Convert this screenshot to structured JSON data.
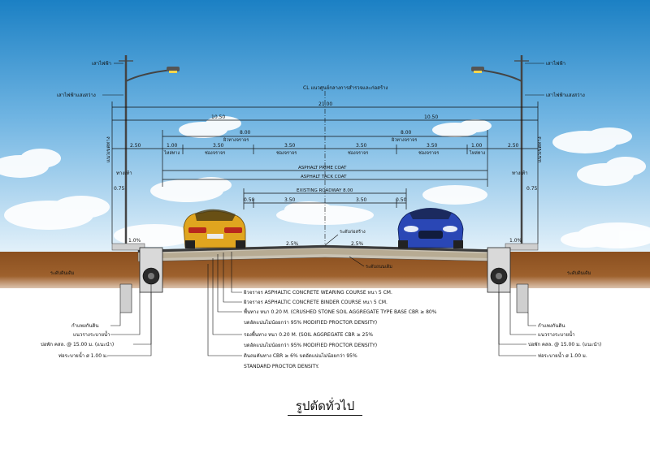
{
  "caption": "รูปตัดทั่วไป",
  "centerline": "CL แนวศูนย์กลางการสำรวจและก่อสร้าง",
  "labels_left": {
    "pole": "เสาไฟฟ้า",
    "lamp": "เสาไฟฟ้าแสงสว่าง",
    "row": "แนวเขตทาง",
    "sidewalk": "ทางเท้า",
    "ground": "ระดับดินเดิม",
    "retaining": "กำแพงกันดิน",
    "gutter": "แนวรางระบายน้ำ",
    "manhole": "บ่อพัก คสล. @ 15.00 ม. (แนะนำ)",
    "pipe": "ท่อระบายน้ำ ø 1.00 ม."
  },
  "labels_right": {
    "pole": "เสาไฟฟ้า",
    "lamp": "เสาไฟฟ้าแสงสว่าง",
    "row": "แนวเขตทาง",
    "sidewalk": "ทางเท้า",
    "ground": "ระดับดินเดิม",
    "retaining": "กำแพงกันดิน",
    "gutter": "แนวรางระบายน้ำ",
    "manhole": "บ่อพัก คสล. @ 15.00 ม. (แนะนำ)",
    "pipe": "ท่อระบายน้ำ ø 1.00 ม."
  },
  "dimensions": {
    "total": "21.00",
    "half_left": "10.50",
    "half_right": "10.50",
    "carriage_left": "8.00",
    "carriage_right": "8.00",
    "carriage_label_left": "ผิวทางจราจร",
    "carriage_label_right": "ผิวทางจราจร",
    "sidewalk_left": "2.50",
    "sidewalk_right": "2.50",
    "shoulder_left": "1.00",
    "shoulder_right": "1.00",
    "shoulder_label": "ไหล่ทาง",
    "lane": "3.50",
    "lane_label": "ช่องจราจร",
    "prime_coat": "ASPHALT PRIME COAT",
    "tack_coat": "ASPHALT TACK COAT",
    "existing": "EXISTING ROADWAY 8.00",
    "ex_edge": "0.50",
    "ex_lane": "3.50",
    "height": "0.75",
    "slope": "2.5%",
    "curb_slope": "1.0%",
    "road_level": "ระดับก่อสร้าง",
    "subgrade": "ระดับถนนเดิม"
  },
  "layers": [
    "ผิวจราจร ASPHALTIC CONCRETE WEARING COURSE หนา 5 CM.",
    "ผิวจราจร ASPHALTIC CONCRETE BINDER COURSE หนา 5 CM.",
    "พื้นทาง หนา 0.20 M. (CRUSHED STONE SOIL AGGREGATE TYPE BASE CBR ≥ 80%",
    "บดอัดแน่นไม่น้อยกว่า 95% MODIFIED PROCTOR DENSITY)",
    "รองพื้นทาง หนา 0.20 M. (SOIL AGGREGATE  CBR ≥ 25%",
    "บดอัดแน่นไม่น้อยกว่า 95% MODIFIED PROCTOR DENSITY)",
    "ดินถมคันทาง CBR ≥ 6% บดอัดแน่นไม่น้อยกว่า 95%",
    "STANDARD PROCTOR DENSITY."
  ],
  "colors": {
    "sky_top": "#1f86c8",
    "sky_bottom": "#ffffff",
    "soil": "#9a5a24",
    "car_left": "#e0a51f",
    "car_right": "#2a47b5"
  }
}
